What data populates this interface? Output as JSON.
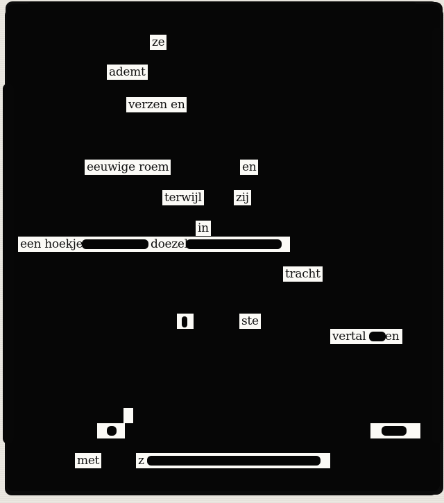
{
  "poem": {
    "words": {
      "w1": "ze",
      "w2": "ademt",
      "w3": "verzen en",
      "w4": "eeuwige roem",
      "w5": "en",
      "w6": "terwijl",
      "w7": "zij",
      "w8": "in",
      "w9": "een hoekje",
      "w10": "doezel",
      "w11": "tracht",
      "w12": "ste",
      "w13": "vertal",
      "w14": "en",
      "w15": "met",
      "w16": "z"
    }
  },
  "colors": {
    "ink": "#060606",
    "paper": "#fbfaf6"
  }
}
